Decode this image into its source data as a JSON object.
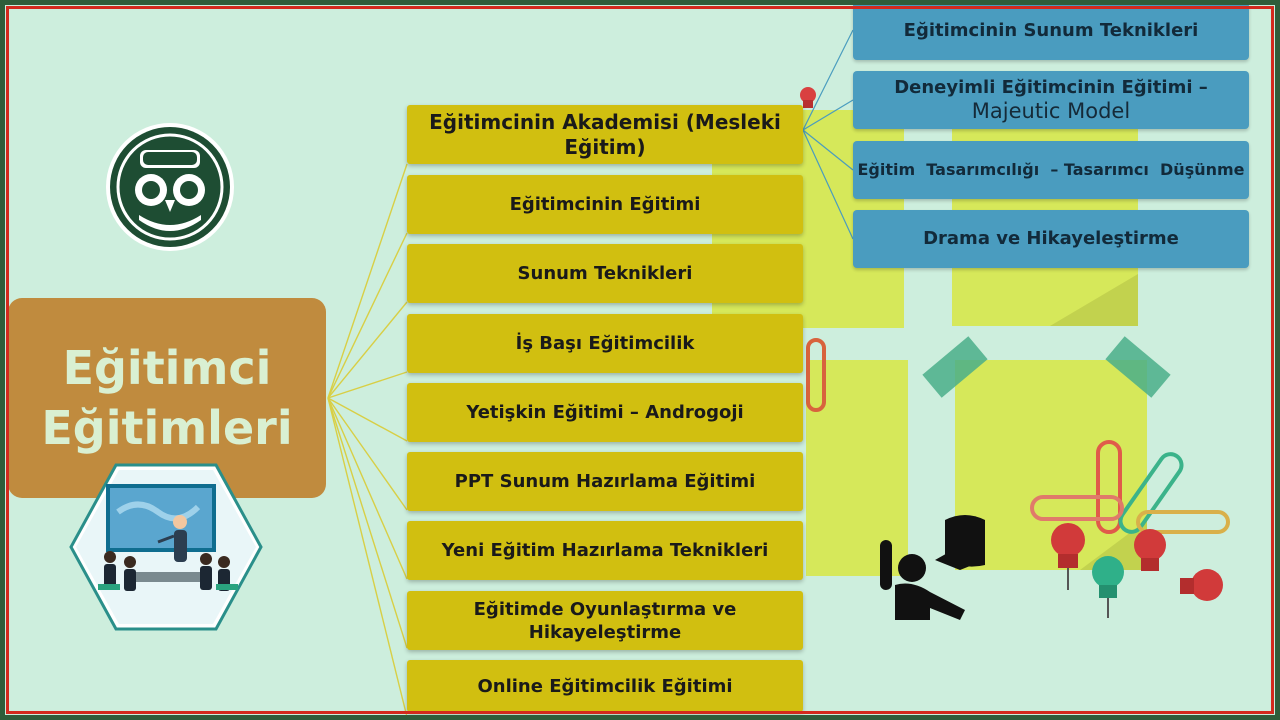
{
  "diagram": {
    "title": "Eğitimci Eğitimleri",
    "topics": [
      {
        "label": "Eğitimcinin Akademisi (Mesleki Eğitim)"
      },
      {
        "label": "Eğitimcinin Eğitimi"
      },
      {
        "label": "Sunum Teknikleri"
      },
      {
        "label": "İş Başı Eğitimcilik"
      },
      {
        "label": "Yetişkin Eğitimi – Androgoji"
      },
      {
        "label": "PPT Sunum Hazırlama Eğitimi"
      },
      {
        "label": "Yeni Eğitim Hazırlama Teknikleri"
      },
      {
        "label": "Eğitimde Oyunlaştırma ve Hikayeleştirme"
      },
      {
        "label": "Online Eğitimcilik Eğitimi"
      }
    ],
    "subtopics": [
      {
        "label": "Eğitimcinin Sunum Teknikleri"
      },
      {
        "label": "Deneyimli Eğitimcinin Eğitimi –",
        "label2": "Majeutic Model"
      },
      {
        "label": "Eğitim  Tasarımcılığı  – Tasarımcı  Düşünme"
      },
      {
        "label": "Drama ve Hikayeleştirme"
      }
    ]
  },
  "colors": {
    "background": "#cdeedd",
    "title_box": "#c08b3e",
    "topic_box": "#d1bf10",
    "subtopic_box": "#4a9cbf",
    "frame_red": "#d32a1e",
    "frame_green": "#2f5d3a",
    "sticky_note": "#d6e85a"
  },
  "icons": [
    "owl-logo-icon",
    "meeting-presentation-icon",
    "speaker-megaphone-icon",
    "push-pin-icon",
    "paper-clip-icon",
    "tape-icon"
  ]
}
